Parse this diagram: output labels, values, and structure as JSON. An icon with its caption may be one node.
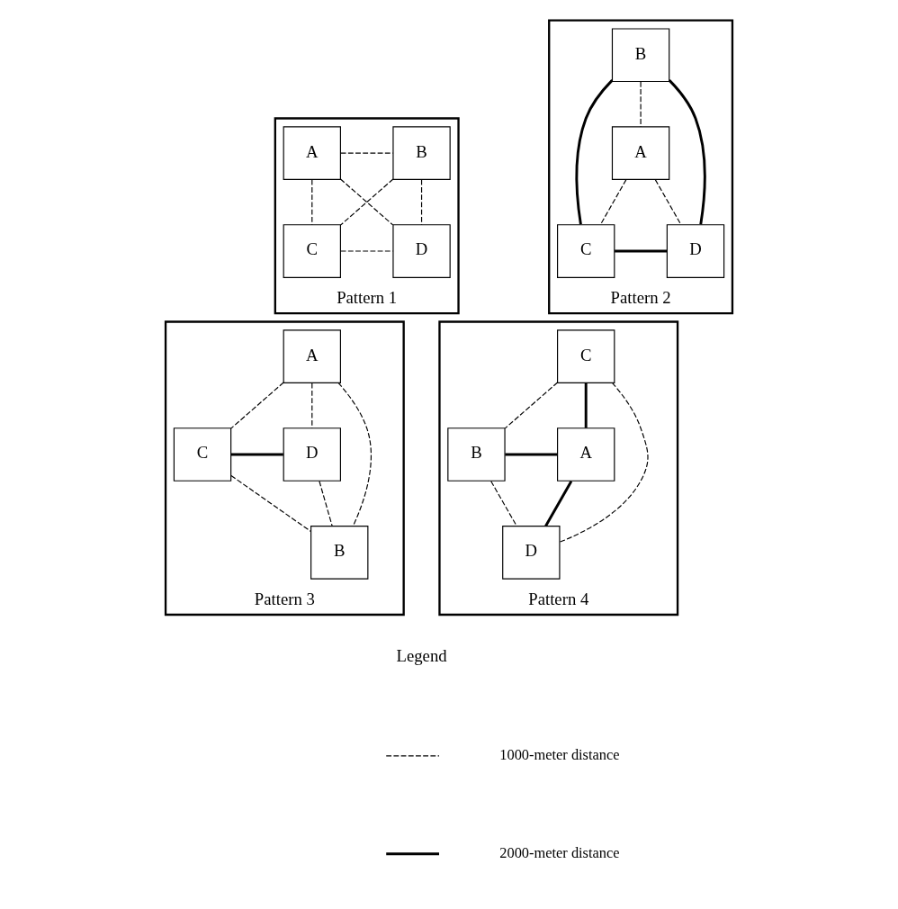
{
  "diagram": {
    "nodes": [
      {
        "text": [
          "Pattern 1"
        ]
      },
      {
        "text": [
          "A"
        ],
        "in": 0
      },
      {
        "text": [
          "B"
        ],
        "in": 0
      },
      {
        "text": [
          "C"
        ],
        "in": 0
      },
      {
        "text": [
          "D"
        ],
        "in": 0
      },
      {
        "text": [
          "Pattern 2"
        ]
      },
      {
        "text": [
          "B"
        ],
        "in": 5
      },
      {
        "text": [
          "A"
        ],
        "in": 5
      },
      {
        "text": [
          "C"
        ],
        "in": 5
      },
      {
        "text": [
          "D"
        ],
        "in": 5
      },
      {
        "text": [
          "Pattern 3"
        ]
      },
      {
        "text": [
          "A"
        ],
        "in": 10
      },
      {
        "text": [
          "C"
        ],
        "in": 10
      },
      {
        "text": [
          "D"
        ],
        "in": 10
      },
      {
        "text": [
          "B"
        ],
        "in": 10
      },
      {
        "text": [
          "Pattern 4"
        ]
      },
      {
        "text": [
          "C"
        ],
        "in": 15
      },
      {
        "text": [
          "B"
        ],
        "in": 15
      },
      {
        "text": [
          "A"
        ],
        "in": 15
      },
      {
        "text": [
          "D"
        ],
        "in": 15
      }
    ],
    "edges": [
      {
        "from": 1,
        "to": 2,
        "arrow": "none",
        "style": "dashed"
      },
      {
        "from": 1,
        "to": 3,
        "arrow": "none",
        "style": "dashed"
      },
      {
        "from": 2,
        "to": 4,
        "arrow": "none",
        "style": "dashed"
      },
      {
        "from": 3,
        "to": 4,
        "arrow": "none",
        "style": "dashed"
      },
      {
        "from": 1,
        "to": 4,
        "arrow": "none",
        "style": "dashed"
      },
      {
        "from": 2,
        "to": 3,
        "arrow": "none",
        "style": "dashed"
      },
      {
        "from": 6,
        "to": 7,
        "arrow": "none",
        "style": "dashed"
      },
      {
        "from": 7,
        "to": 8,
        "arrow": "none",
        "style": "dashed"
      },
      {
        "from": 7,
        "to": 9,
        "arrow": "none",
        "style": "dashed"
      },
      {
        "from": 6,
        "to": 8,
        "arrow": "none",
        "style": "thick"
      },
      {
        "from": 6,
        "to": 9,
        "arrow": "none",
        "style": "thick"
      },
      {
        "from": 8,
        "to": 9,
        "arrow": "none",
        "style": "thick"
      },
      {
        "from": 11,
        "to": 12,
        "arrow": "none",
        "style": "dashed"
      },
      {
        "from": 11,
        "to": 13,
        "arrow": "none",
        "style": "dashed"
      },
      {
        "from": 11,
        "to": 14,
        "arrow": "none",
        "style": "dashed"
      },
      {
        "from": 12,
        "to": 14,
        "arrow": "none",
        "style": "dashed"
      },
      {
        "from": 13,
        "to": 14,
        "arrow": "none",
        "style": "dashed"
      },
      {
        "from": 12,
        "to": 13,
        "arrow": "none",
        "style": "thick"
      },
      {
        "from": 16,
        "to": 17,
        "arrow": "none",
        "style": "dashed"
      },
      {
        "from": 17,
        "to": 19,
        "arrow": "none",
        "style": "dashed"
      },
      {
        "from": 16,
        "to": 19,
        "arrow": "none",
        "style": "dashed"
      },
      {
        "from": 16,
        "to": 18,
        "arrow": "none",
        "style": "thick"
      },
      {
        "from": 17,
        "to": 18,
        "arrow": "none",
        "style": "thick"
      },
      {
        "from": 19,
        "to": 18,
        "arrow": "none",
        "style": "thick"
      }
    ],
    "labels": [
      "Legend"
    ],
    "legend": [
      {
        "text": "1000-meter distance"
      },
      {
        "text": "2000-meter distance"
      }
    ]
  }
}
